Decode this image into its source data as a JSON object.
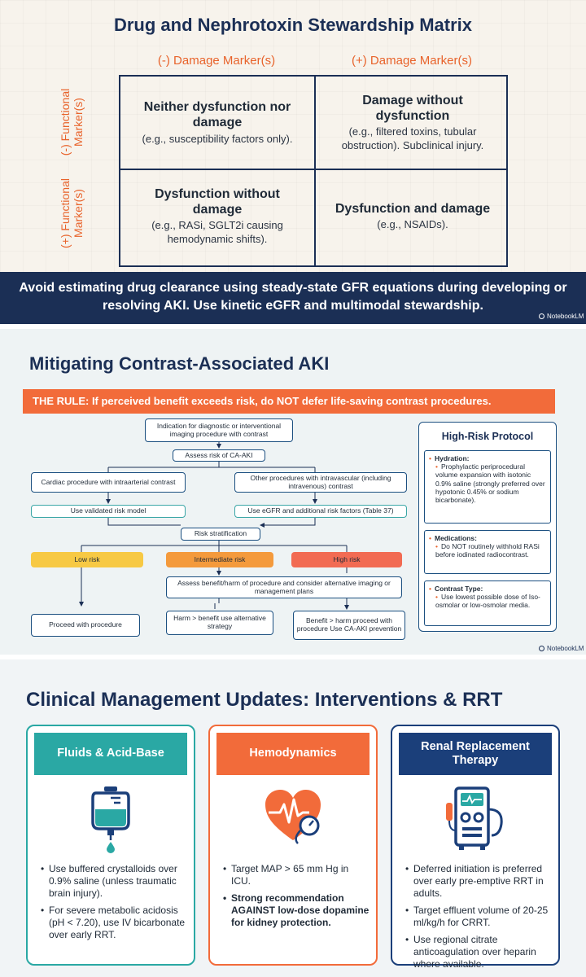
{
  "slide1": {
    "title": "Drug and Nephrotoxin Stewardship Matrix",
    "col_neg": "(-) Damage Marker(s)",
    "col_pos": "(+) Damage Marker(s)",
    "row_neg": "(-) Functional Marker(s)",
    "row_pos": "(+) Functional Marker(s)",
    "cells": [
      {
        "head": "Neither dysfunction nor damage",
        "desc": "(e.g., susceptibility factors only)."
      },
      {
        "head": "Damage without dysfunction",
        "desc": "(e.g., filtered toxins, tubular obstruction). Subclinical injury."
      },
      {
        "head": "Dysfunction without damage",
        "desc": "(e.g., RASi, SGLT2i causing hemodynamic shifts)."
      },
      {
        "head": "Dysfunction and damage",
        "desc": "(e.g., NSAIDs)."
      }
    ],
    "banner": "Avoid estimating drug clearance using steady-state GFR equations during developing or resolving AKI. Use kinetic eGFR and multimodal stewardship.",
    "watermark": "NotebookLM"
  },
  "slide2": {
    "title": "Mitigating Contrast-Associated AKI",
    "rule": "THE RULE: If perceived benefit exceeds risk, do NOT defer life-saving contrast procedures.",
    "flow": {
      "indication": "Indication for diagnostic or interventional imaging procedure with contrast",
      "assess": "Assess risk of CA-AKI",
      "cardiac": "Cardiac procedure with intraarterial contrast",
      "other": "Other procedures with intravascular (including intravenous) contrast",
      "validated": "Use validated risk model",
      "egfr": "Use eGFR and additional risk factors (Table 37)",
      "strat": "Risk stratification",
      "low": "Low risk",
      "intermediate": "Intermediate risk",
      "high": "High risk",
      "benefit_harm": "Assess benefit/harm of procedure and consider alternative imaging or management plans",
      "proceed": "Proceed with procedure",
      "harm_gt": "Harm > benefit use alternative strategy",
      "benefit_gt": "Benefit > harm proceed with procedure Use CA-AKI prevention"
    },
    "panel": {
      "title": "High-Risk Protocol",
      "hydration_head": "Hydration:",
      "hydration_text": "Prophylactic periprocedural volume expansion with isotonic 0.9% saline (strongly preferred over hypotonic 0.45% or sodium bicarbonate).",
      "medications_head": "Medications:",
      "medications_text": "Do NOT routinely withhold RASi before iodinated radiocontrast.",
      "contrast_head": "Contrast Type:",
      "contrast_text": "Use lowest possible dose of Iso-osmolar or low-osmolar media."
    },
    "watermark": "NotebookLM"
  },
  "slide3": {
    "title": "Clinical Management Updates: Interventions & RRT",
    "cards": [
      {
        "head": "Fluids & Acid-Base",
        "color": "#2aa8a4",
        "icon": "iv-bag-icon",
        "bullets": [
          "Use buffered crystalloids over 0.9% saline (unless traumatic brain injury).",
          "For severe metabolic acidosis (pH < 7.20), use IV bicarbonate over early RRT."
        ]
      },
      {
        "head": "Hemodynamics",
        "color": "#f26b3a",
        "icon": "heart-pressure-icon",
        "bullets": [
          "Target MAP > 65 mm Hg in ICU.",
          "Strong recommendation AGAINST low-dose dopamine for kidney protection."
        ]
      },
      {
        "head": "Renal Replacement Therapy",
        "color": "#1b3f7a",
        "icon": "dialysis-machine-icon",
        "bullets": [
          "Deferred initiation is preferred over early pre-emptive RRT in adults.",
          "Target effluent volume of 20-25 ml/kg/h for CRRT.",
          "Use regional citrate anticoagulation over heparin where available."
        ]
      }
    ]
  }
}
